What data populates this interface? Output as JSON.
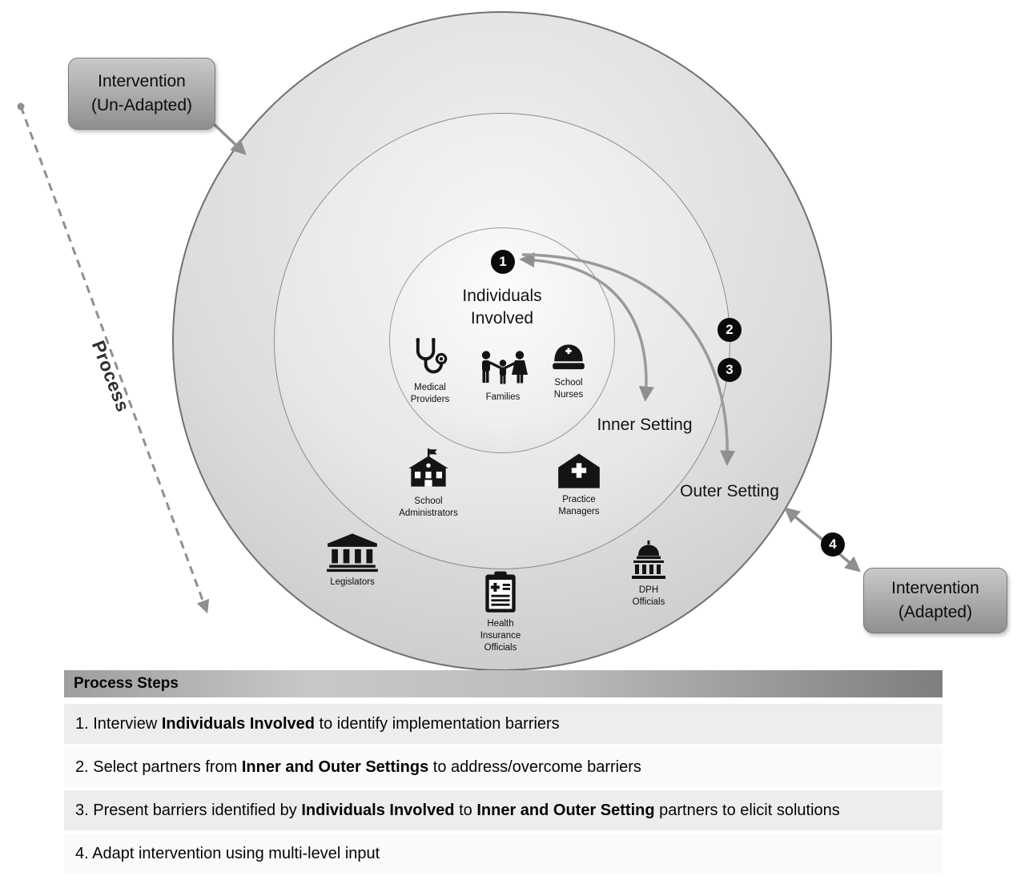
{
  "diagram": {
    "process_label": "Process",
    "callouts": {
      "unadapted_line1": "Intervention",
      "unadapted_line2": "(Un-Adapted)",
      "adapted_line1": "Intervention",
      "adapted_line2": "(Adapted)"
    },
    "rings": {
      "individuals_line1": "Individuals",
      "individuals_line2": "Involved",
      "inner_setting": "Inner Setting",
      "outer_setting": "Outer Setting"
    },
    "badges": [
      "1",
      "2",
      "3",
      "4"
    ],
    "icons": {
      "medical_providers": "Medical Providers",
      "families": "Families",
      "school_nurses": "School Nurses",
      "school_administrators": "School Administrators",
      "practice_managers": "Practice Managers",
      "legislators": "Legislators",
      "health_insurance": "Health Insurance Officials",
      "dph_officials": "DPH Officials"
    },
    "colors": {
      "badge_bg": "#0a0a0a",
      "arrow_gray": "#8f8f8f",
      "ring_border": "#707070"
    }
  },
  "process_steps": {
    "header": "Process Steps",
    "rows": [
      {
        "seg0": "1. Interview ",
        "bold0": "Individuals Involved",
        "seg1": " to identify implementation barriers"
      },
      {
        "seg0": "2. Select partners from ",
        "bold0": "Inner and Outer Settings",
        "seg1": " to address/overcome barriers"
      },
      {
        "seg0": "3. Present barriers identified by ",
        "bold0": "Individuals Involved",
        "seg1": " to ",
        "bold1": "Inner and Outer Setting",
        "seg2": " partners to elicit solutions"
      },
      {
        "seg0": "4. Adapt intervention using multi-level input"
      }
    ]
  }
}
